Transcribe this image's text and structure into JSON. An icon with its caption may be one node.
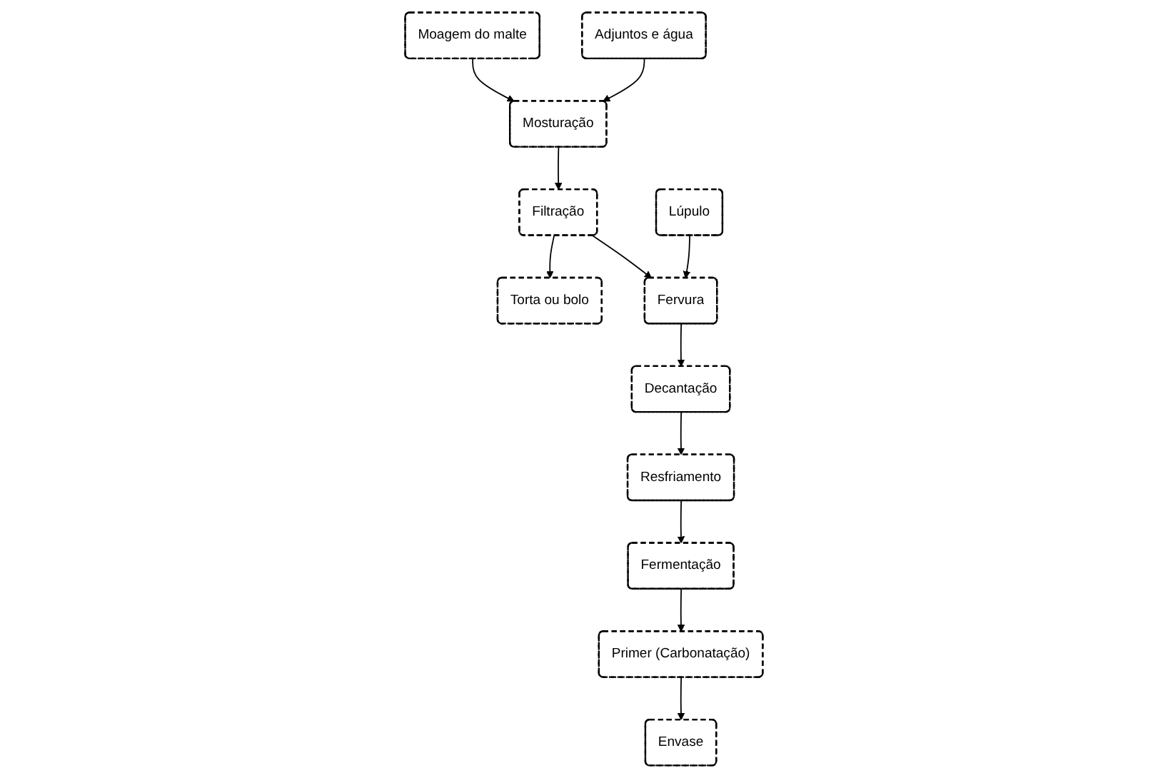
{
  "diagram": {
    "nodes": [
      {
        "text": [
          "Moagem do malte"
        ]
      },
      {
        "text": [
          "Adjuntos e água"
        ]
      },
      {
        "text": [
          "Mosturação"
        ]
      },
      {
        "text": [
          "Torta ou bolo"
        ]
      },
      {
        "text": [
          "Filtração"
        ]
      },
      {
        "text": [
          "Lúpulo"
        ]
      },
      {
        "text": [
          "Fervura"
        ]
      },
      {
        "text": [
          "Decantação"
        ]
      },
      {
        "text": [
          "Resfriamento"
        ]
      },
      {
        "text": [
          "Fermentação"
        ]
      },
      {
        "text": [
          "Primer (Carbonatação)"
        ]
      },
      {
        "text": [
          "Envase"
        ]
      }
    ],
    "edges": [
      {
        "from": 0,
        "to": 2,
        "arrow": "to"
      },
      {
        "from": 1,
        "to": 2,
        "arrow": "to"
      },
      {
        "from": 2,
        "to": 4,
        "arrow": "to"
      },
      {
        "from": 4,
        "to": 3,
        "arrow": "to"
      },
      {
        "from": 4,
        "to": 6,
        "arrow": "to"
      },
      {
        "from": 5,
        "to": 6,
        "arrow": "to"
      },
      {
        "from": 6,
        "to": 7,
        "arrow": "to"
      },
      {
        "from": 7,
        "to": 8,
        "arrow": "to"
      },
      {
        "from": 8,
        "to": 9,
        "arrow": "to"
      },
      {
        "from": 9,
        "to": 10,
        "arrow": "to"
      },
      {
        "from": 10,
        "to": 11,
        "arrow": "to"
      }
    ]
  }
}
